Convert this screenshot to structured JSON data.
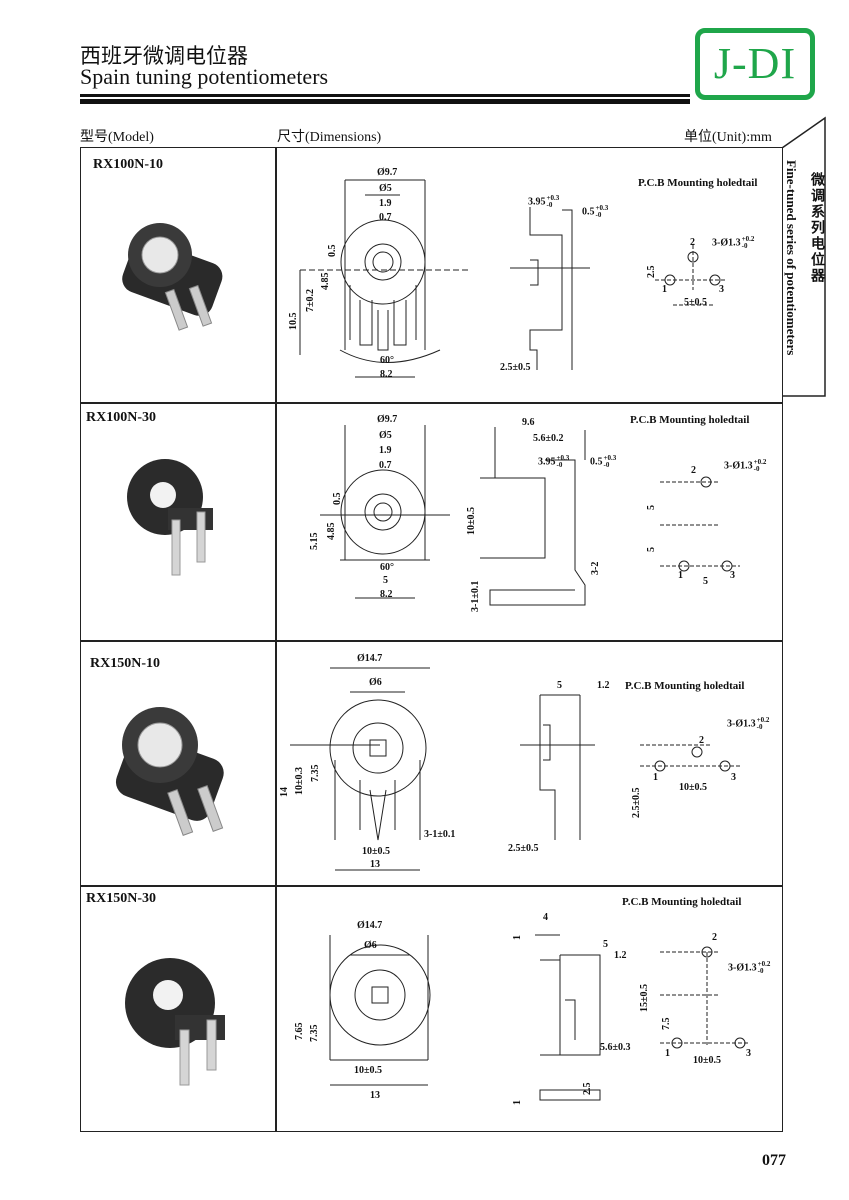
{
  "header": {
    "title_cn": "西班牙微调电位器",
    "title_en": "Spain tuning potentiometers",
    "logo": "J-DI",
    "logo_color": "#1fa64a"
  },
  "columns": {
    "model": "型号(Model)",
    "dimensions": "尺寸(Dimensions)",
    "unit": "单位(Unit):mm"
  },
  "side_tab": {
    "cn": "微调系列电位器",
    "en": "Fine-tuned series of potentiometers"
  },
  "pcb_title": "P.C.B Mounting holedtail",
  "rows": [
    {
      "model": "RX100N-10",
      "front": [
        "Ø9.7",
        "Ø5",
        "1.9",
        "0.7",
        "0.5",
        "4.85",
        "7±0.2",
        "10.5",
        "60°",
        "8.2"
      ],
      "side": [
        "3.95",
        "+0.3",
        "-0",
        "0.5",
        "+0.3",
        "-0",
        "2.5±0.5"
      ],
      "pcb": [
        "2",
        "3-Ø1.3",
        "+0.2",
        "-0",
        "2.5",
        "1",
        "3",
        "5±0.5"
      ]
    },
    {
      "model": "RX100N-30",
      "front": [
        "Ø9.7",
        "Ø5",
        "1.9",
        "0.7",
        "0.5",
        "4.85",
        "5.15",
        "60°",
        "5",
        "8.2"
      ],
      "side": [
        "9.6",
        "5.6±0.2",
        "3.95",
        "+0.3",
        "-0",
        "0.5",
        "+0.3",
        "-0",
        "10±0.5",
        "3-2",
        "3-1±0.1"
      ],
      "pcb": [
        "2",
        "3-Ø1.3",
        "+0.2",
        "-0",
        "5",
        "5",
        "1",
        "5",
        "3"
      ]
    },
    {
      "model": "RX150N-10",
      "front": [
        "Ø14.7",
        "Ø6",
        "7.35",
        "10±0.3",
        "14",
        "3-1±0.1",
        "10±0.5",
        "13"
      ],
      "side": [
        "5",
        "1.2",
        "2.5±0.5"
      ],
      "pcb": [
        "3-Ø1.3",
        "+0.2",
        "-0",
        "2",
        "1",
        "3",
        "10±0.5",
        "2.5±0.5"
      ]
    },
    {
      "model": "RX150N-30",
      "front": [
        "Ø14.7",
        "Ø6",
        "7.65",
        "7.35",
        "10±0.5",
        "13"
      ],
      "side": [
        "4",
        "1",
        "5",
        "1.2",
        "5.6±0.3",
        "1",
        "2.5"
      ],
      "pcb": [
        "2",
        "3-Ø1.3",
        "+0.2",
        "-0",
        "15±0.5",
        "7.5",
        "1",
        "10±0.5",
        "3"
      ]
    }
  ],
  "page_number": "077"
}
